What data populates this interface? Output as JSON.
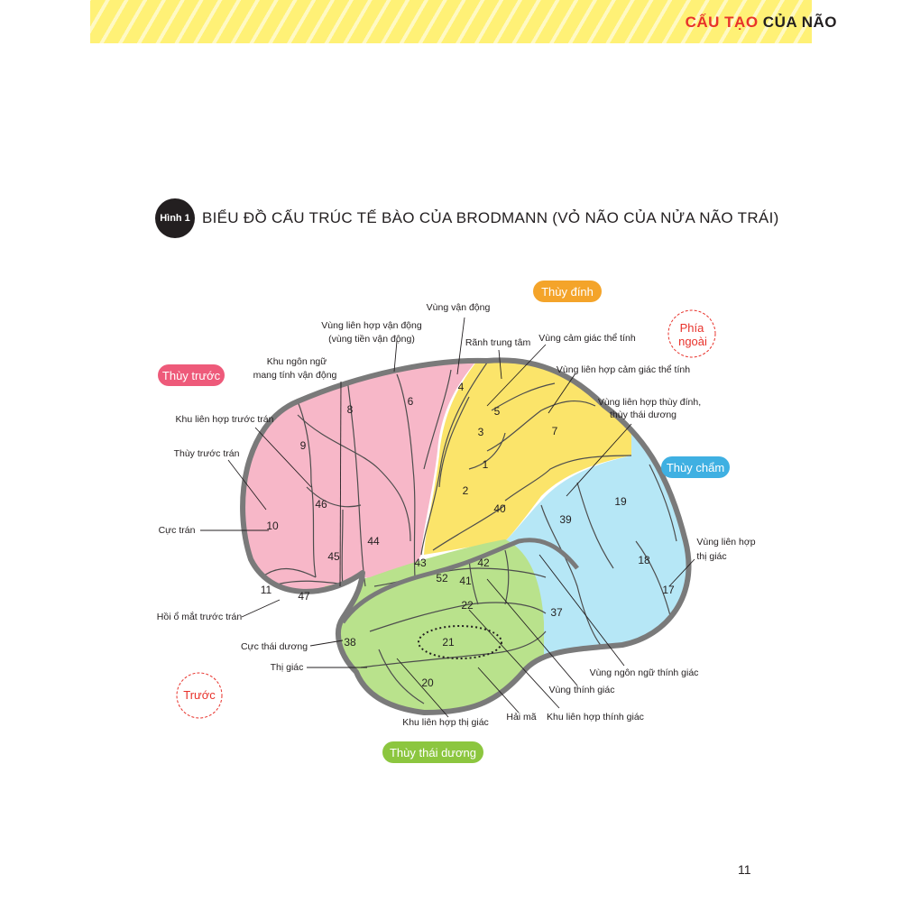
{
  "header": {
    "title_accent": "CẤU TẠO",
    "title_rest": " CỦA NÃO"
  },
  "figure": {
    "badge": "Hình 1",
    "title": "BIỂU ĐỒ CẤU TRÚC TẾ BÀO CỦA BRODMANN (VỎ NÃO CỦA NỬA NÃO TRÁI)"
  },
  "lobes": {
    "frontal": "Thùy trước",
    "parietal": "Thùy đính",
    "occipital": "Thùy chẩm",
    "temporal": "Thùy thái dương"
  },
  "orientation": {
    "lateral_line1": "Phía",
    "lateral_line2": "ngoài",
    "anterior": "Trước"
  },
  "labels": {
    "motor_area": "Vùng vận động",
    "premotor_line1": "Vùng liên hợp vận động",
    "premotor_line2": "(vùng tiền vận động)",
    "central_sulcus": "Rãnh trung tâm",
    "somatosensory": "Vùng cảm giác thể tính",
    "broca_line1": "Khu ngôn ngữ",
    "broca_line2": "mang tính vận động",
    "somatosensory_assoc": "Vùng liên hợp cảm giác thể tính",
    "parietotemporal_line1": "Vùng liên hợp thùy đính,",
    "parietotemporal_line2": "thùy thái dương",
    "prefrontal_assoc": "Khu liên hợp trước trán",
    "prefrontal": "Thùy trước trán",
    "frontal_pole": "Cực trán",
    "orbitofrontal": "Hồi ổ mắt trước trán",
    "temporal_pole": "Cực thái dương",
    "visual_left": "Thị giác",
    "visual_assoc_line1": "Vùng liên hợp",
    "visual_assoc_line2": "thị giác",
    "auditory_language": "Vùng ngôn ngữ thính giác",
    "auditory": "Vùng thính giác",
    "visual_assoc_area": "Khu liên hợp thị giác",
    "hippocampus": "Hải mã",
    "auditory_assoc": "Khu liên hợp thính giác"
  },
  "areas": {
    "a1": "1",
    "a2": "2",
    "a3": "3",
    "a4": "4",
    "a5": "5",
    "a6": "6",
    "a7": "7",
    "a8": "8",
    "a9": "9",
    "a10": "10",
    "a11": "11",
    "a17": "17",
    "a18": "18",
    "a19": "19",
    "a20": "20",
    "a21": "21",
    "a22": "22",
    "a37": "37",
    "a38": "38",
    "a39": "39",
    "a40": "40",
    "a41": "41",
    "a42": "42",
    "a43": "43",
    "a44": "44",
    "a45": "45",
    "a46": "46",
    "a47": "47",
    "a52": "52"
  },
  "colors": {
    "frontal": "#f7b7c8",
    "parietal": "#fbe46a",
    "occipital": "#b6e7f6",
    "temporal": "#b9e28c",
    "outline": "#7a7a7a",
    "pill_frontal": "#ee5a7a",
    "pill_parietal": "#f4a42a",
    "pill_occipital": "#3fb0e2",
    "pill_temporal": "#8cc63f",
    "accent": "#e8322b"
  },
  "page_number": "11"
}
